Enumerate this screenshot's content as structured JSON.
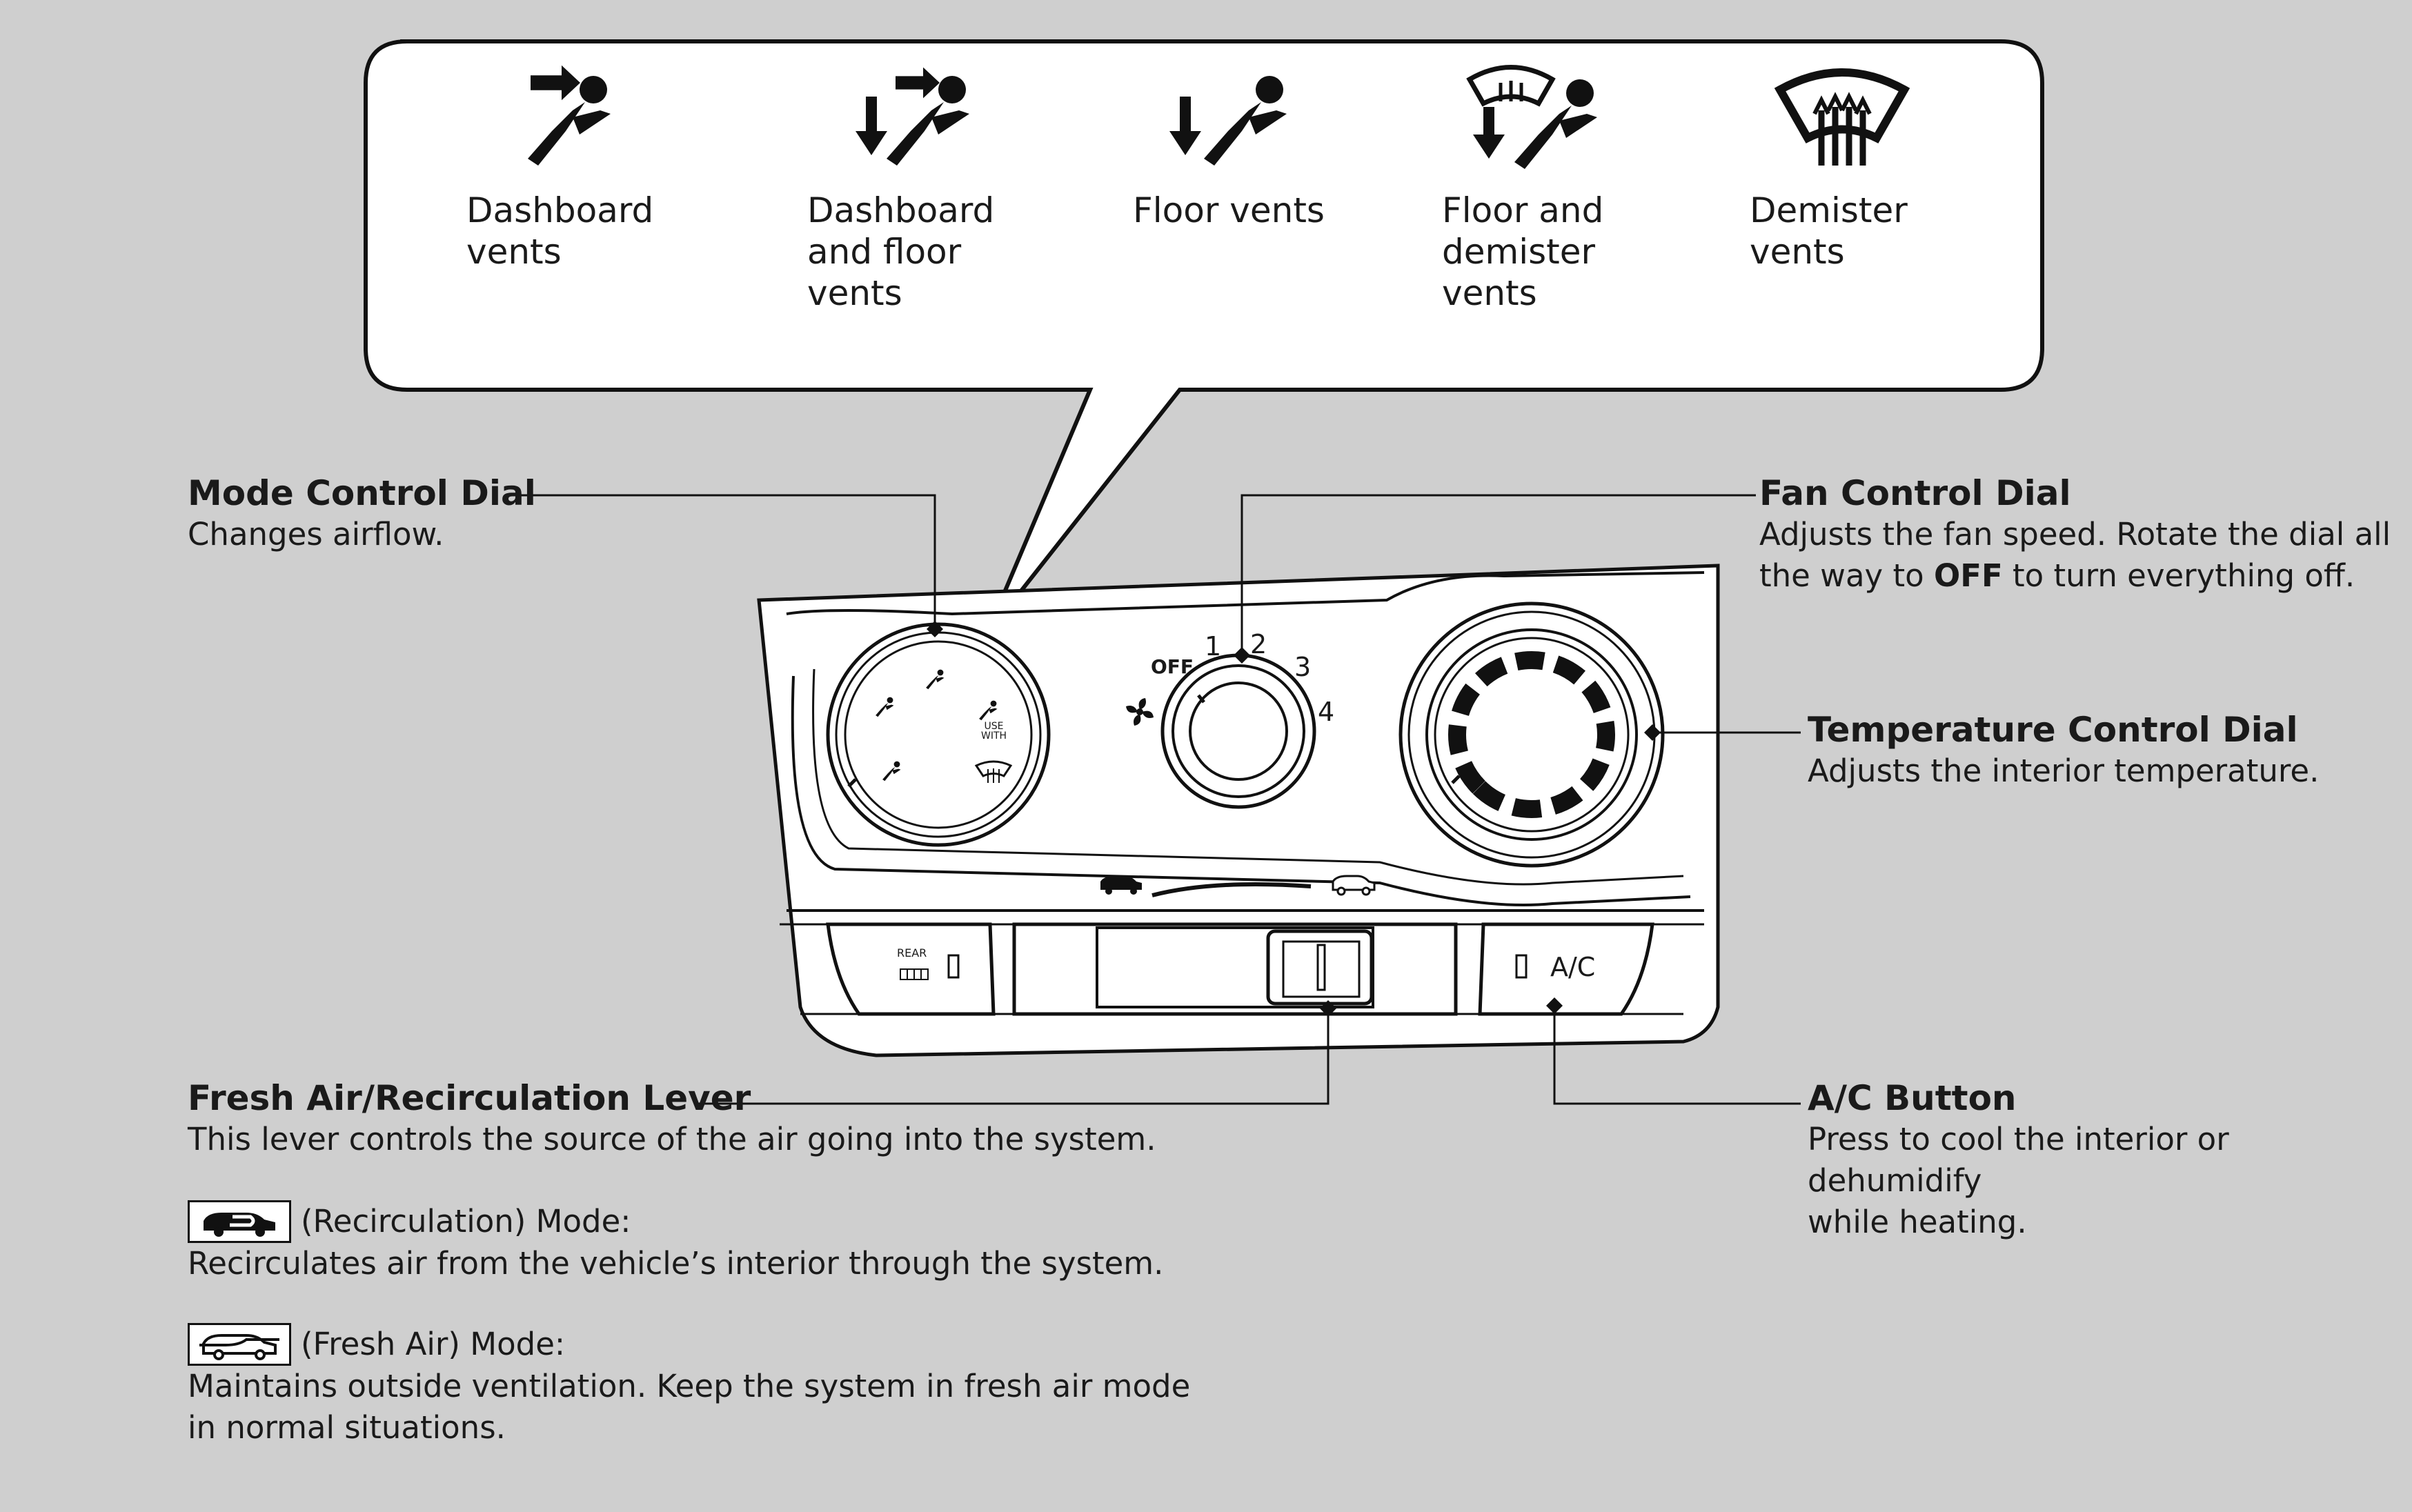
{
  "vent_modes": [
    {
      "label": "Dashboard\nvents",
      "icon": "dashboard-vents-icon"
    },
    {
      "label": "Dashboard\nand floor\nvents",
      "icon": "dashboard-floor-vents-icon"
    },
    {
      "label": "Floor vents",
      "icon": "floor-vents-icon"
    },
    {
      "label": "Floor and\ndemister\nvents",
      "icon": "floor-demister-vents-icon"
    },
    {
      "label": "Demister\nvents",
      "icon": "demister-vents-icon"
    }
  ],
  "mode_control": {
    "title": "Mode Control Dial",
    "desc": "Changes airflow."
  },
  "fan_control": {
    "title": "Fan Control Dial",
    "desc_line1": "Adjusts the fan speed. Rotate the dial all",
    "desc_line2_pre": "the way to ",
    "desc_line2_bold": "OFF",
    "desc_line2_post": " to turn everything off."
  },
  "temp_control": {
    "title": "Temperature Control Dial",
    "desc": "Adjusts the interior temperature."
  },
  "lever": {
    "title": "Fresh Air/Recirculation Lever",
    "desc": "This lever controls the source of the air going into the system."
  },
  "recirc": {
    "head": "(Recirculation) Mode:",
    "desc": "Recirculates air from the vehicle’s interior through the system."
  },
  "fresh": {
    "head": "(Fresh Air) Mode:",
    "desc": "Maintains outside ventilation. Keep the system in fresh air mode\nin normal situations."
  },
  "ac_button": {
    "title": "A/C Button",
    "desc": "Press to cool the interior or dehumidify\nwhile heating."
  },
  "panel": {
    "fan_labels": {
      "off": "OFF",
      "s1": "1",
      "s2": "2",
      "s3": "3",
      "s4": "4"
    },
    "use_with": "USE\nWITH",
    "rear": "REAR",
    "ac": "A/C"
  },
  "colors": {
    "background": "#cfcfcf",
    "panel": "#ffffff",
    "ink": "#111111"
  }
}
